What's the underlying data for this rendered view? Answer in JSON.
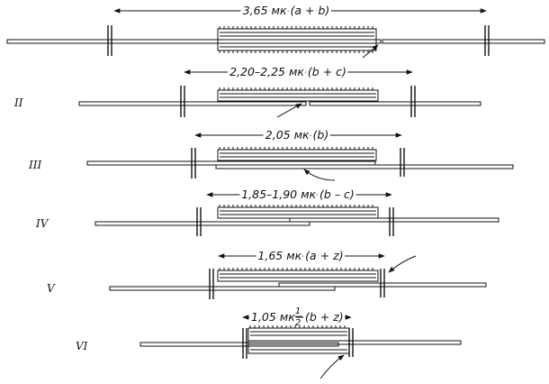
{
  "rows": [
    {
      "roman": "",
      "label": "3,65 мк (a + b)"
    },
    {
      "roman": "II",
      "label": "2,20–2,25 мк (b + c)"
    },
    {
      "roman": "III",
      "label": "2,05 мк (b)"
    },
    {
      "roman": "IV",
      "label": "1,85–1,90 мк (b – c)"
    },
    {
      "roman": "V",
      "label": "1,65 мк (a + z)"
    },
    {
      "roman": "VI",
      "label_prefix": "1,05 мк",
      "label_frac_num": "1",
      "label_frac_den": "2",
      "label_suffix": "(b + z)"
    }
  ]
}
